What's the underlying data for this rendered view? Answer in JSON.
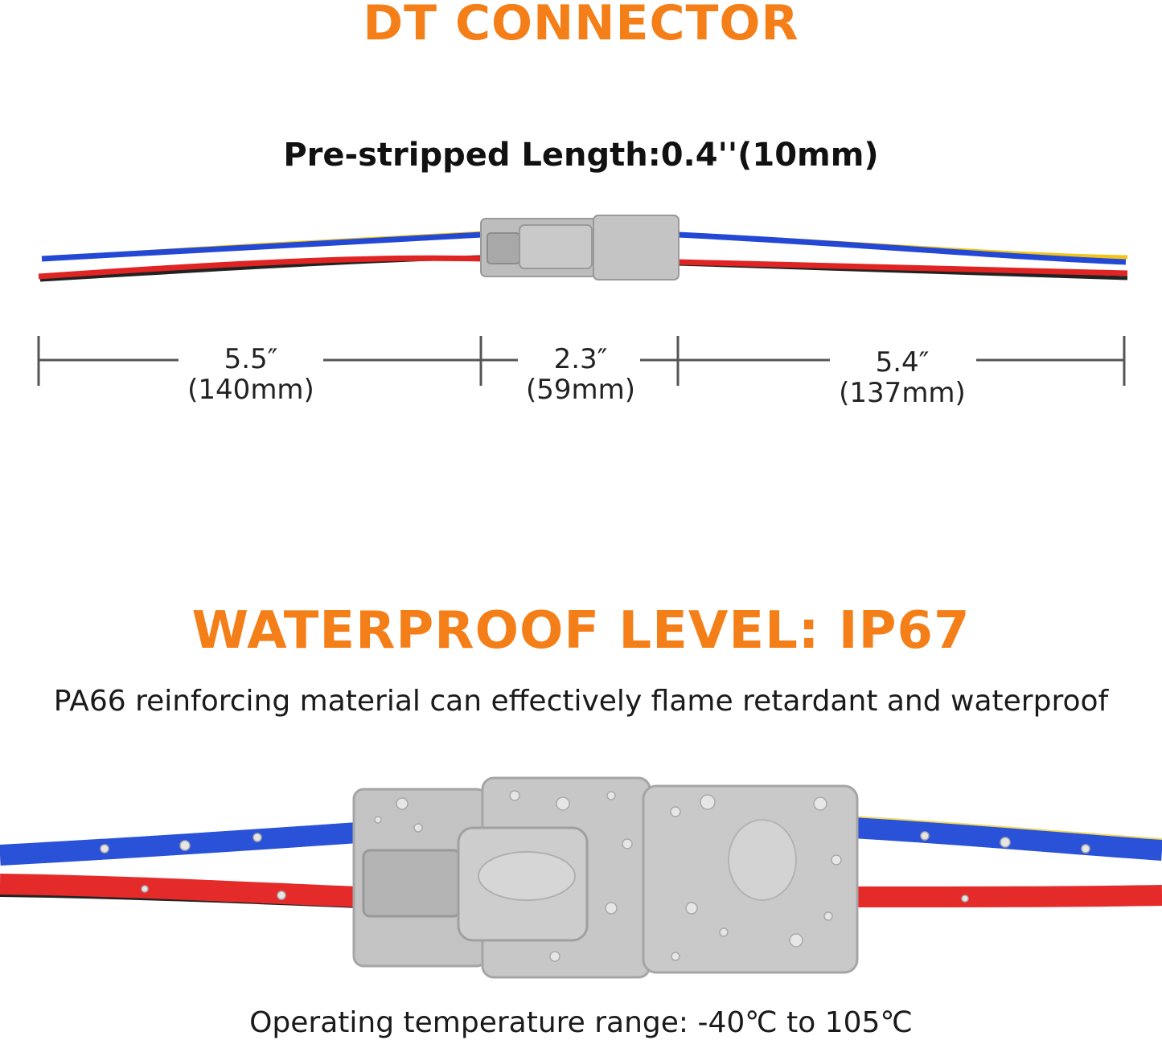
{
  "heading": {
    "title": "DT CONNECTOR",
    "stripped_length": "Pre-stripped Length:0.4''(10mm)"
  },
  "dimensions": [
    {
      "inches": "5.5″",
      "mm": "(140mm)"
    },
    {
      "inches": "2.3″",
      "mm": "(59mm)"
    },
    {
      "inches": "5.4″",
      "mm": "(137mm)"
    }
  ],
  "waterproof": {
    "title": "WATERPROOF LEVEL: IP67",
    "description": "PA66 reinforcing material can effectively flame retardant and waterproof"
  },
  "operating_temperature": "Operating temperature range: -40℃ to 105℃",
  "colors": {
    "accent_orange": "#f47f18",
    "wire_blue": "#2448d6",
    "wire_red": "#e02424",
    "wire_yellow": "#f2c418",
    "connector_gray": "#b9b9b9",
    "dimension_gray": "#555555"
  },
  "icons": [
    "dt-connector-icon",
    "blue-wire-icon",
    "red-wire-icon",
    "yellow-wire-icon",
    "water-droplet-icon"
  ]
}
